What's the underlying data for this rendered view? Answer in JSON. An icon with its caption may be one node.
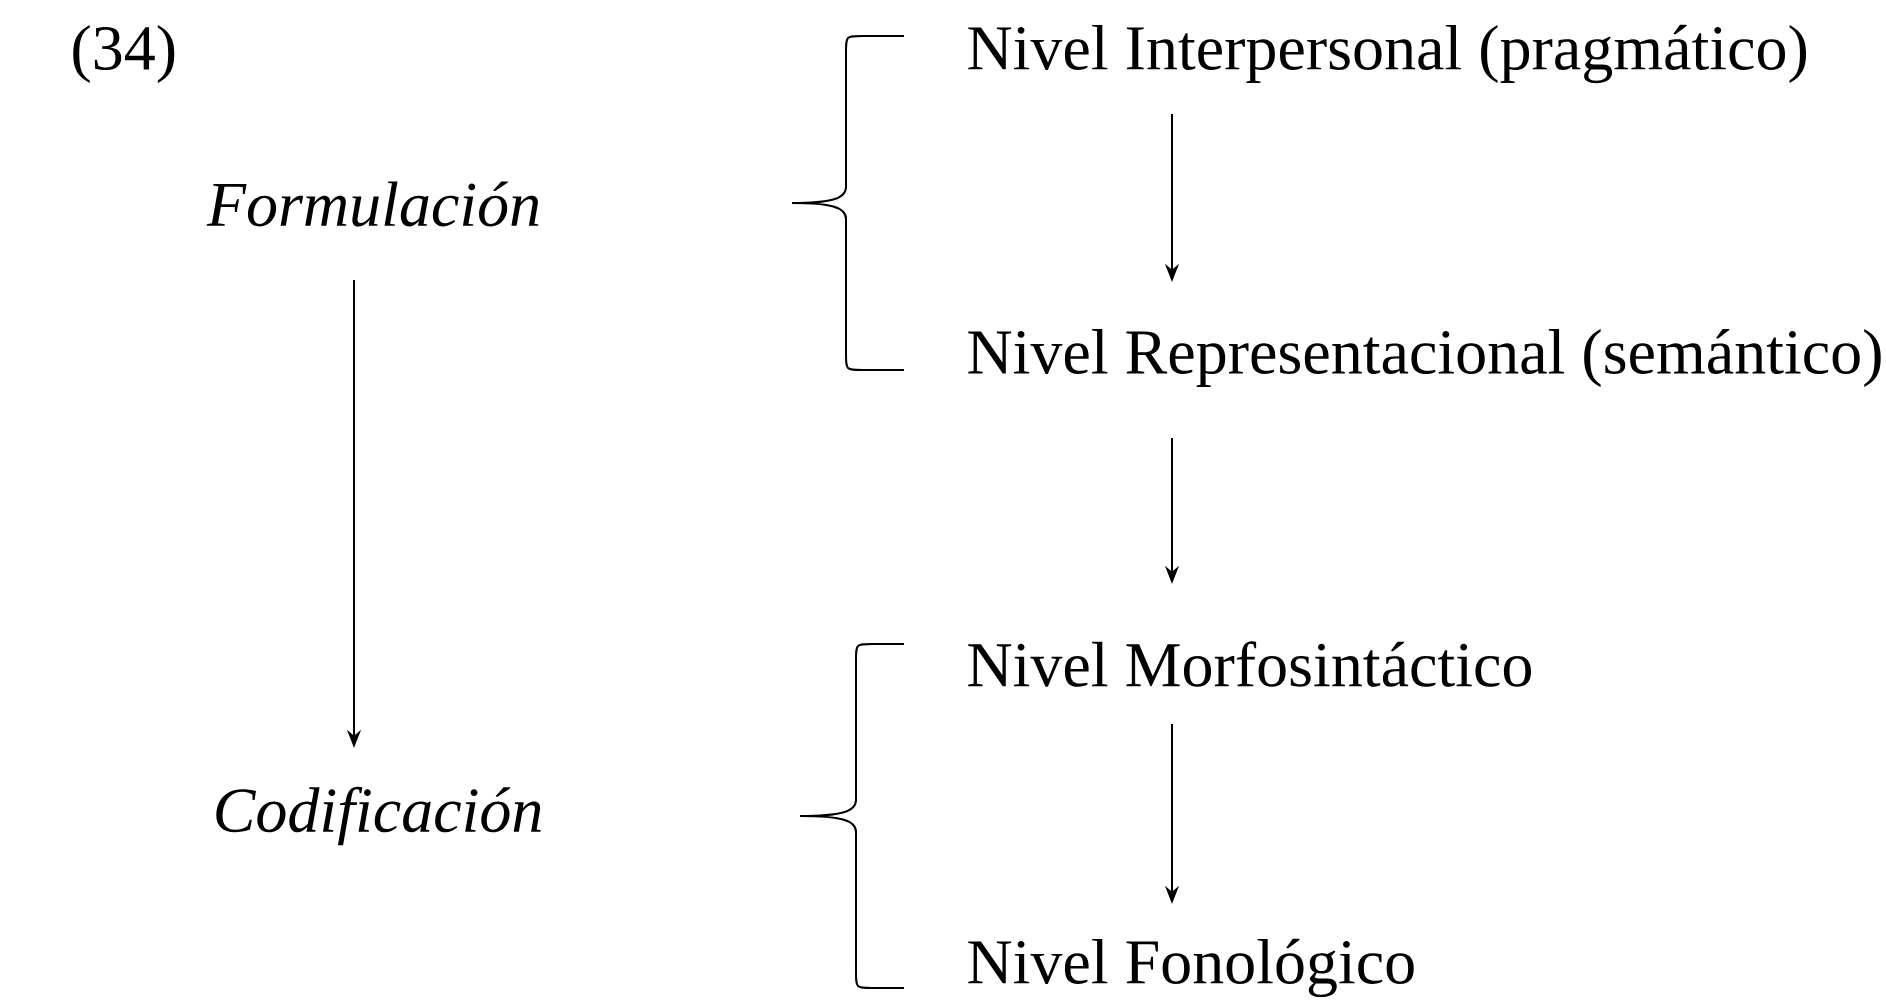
{
  "diagram": {
    "nodes": [
      {
        "text": [
          "Formulación"
        ]
      },
      {
        "text": [
          "Codificación"
        ]
      },
      {
        "text": [
          "Nivel Interpersonal (pragmático)"
        ]
      },
      {
        "text": [
          "Nivel Representacional (semántico)"
        ]
      },
      {
        "text": [
          "Nivel Morfosintáctico"
        ]
      },
      {
        "text": [
          "Nivel Fonológico"
        ]
      }
    ],
    "edges": [
      {
        "from": 0,
        "to": 1,
        "arrow": "to"
      },
      {
        "from": 2,
        "to": 3,
        "arrow": "to"
      },
      {
        "from": 3,
        "to": 4,
        "arrow": "to"
      },
      {
        "from": 4,
        "to": 5,
        "arrow": "to"
      }
    ],
    "labels": [
      "(34)"
    ]
  }
}
